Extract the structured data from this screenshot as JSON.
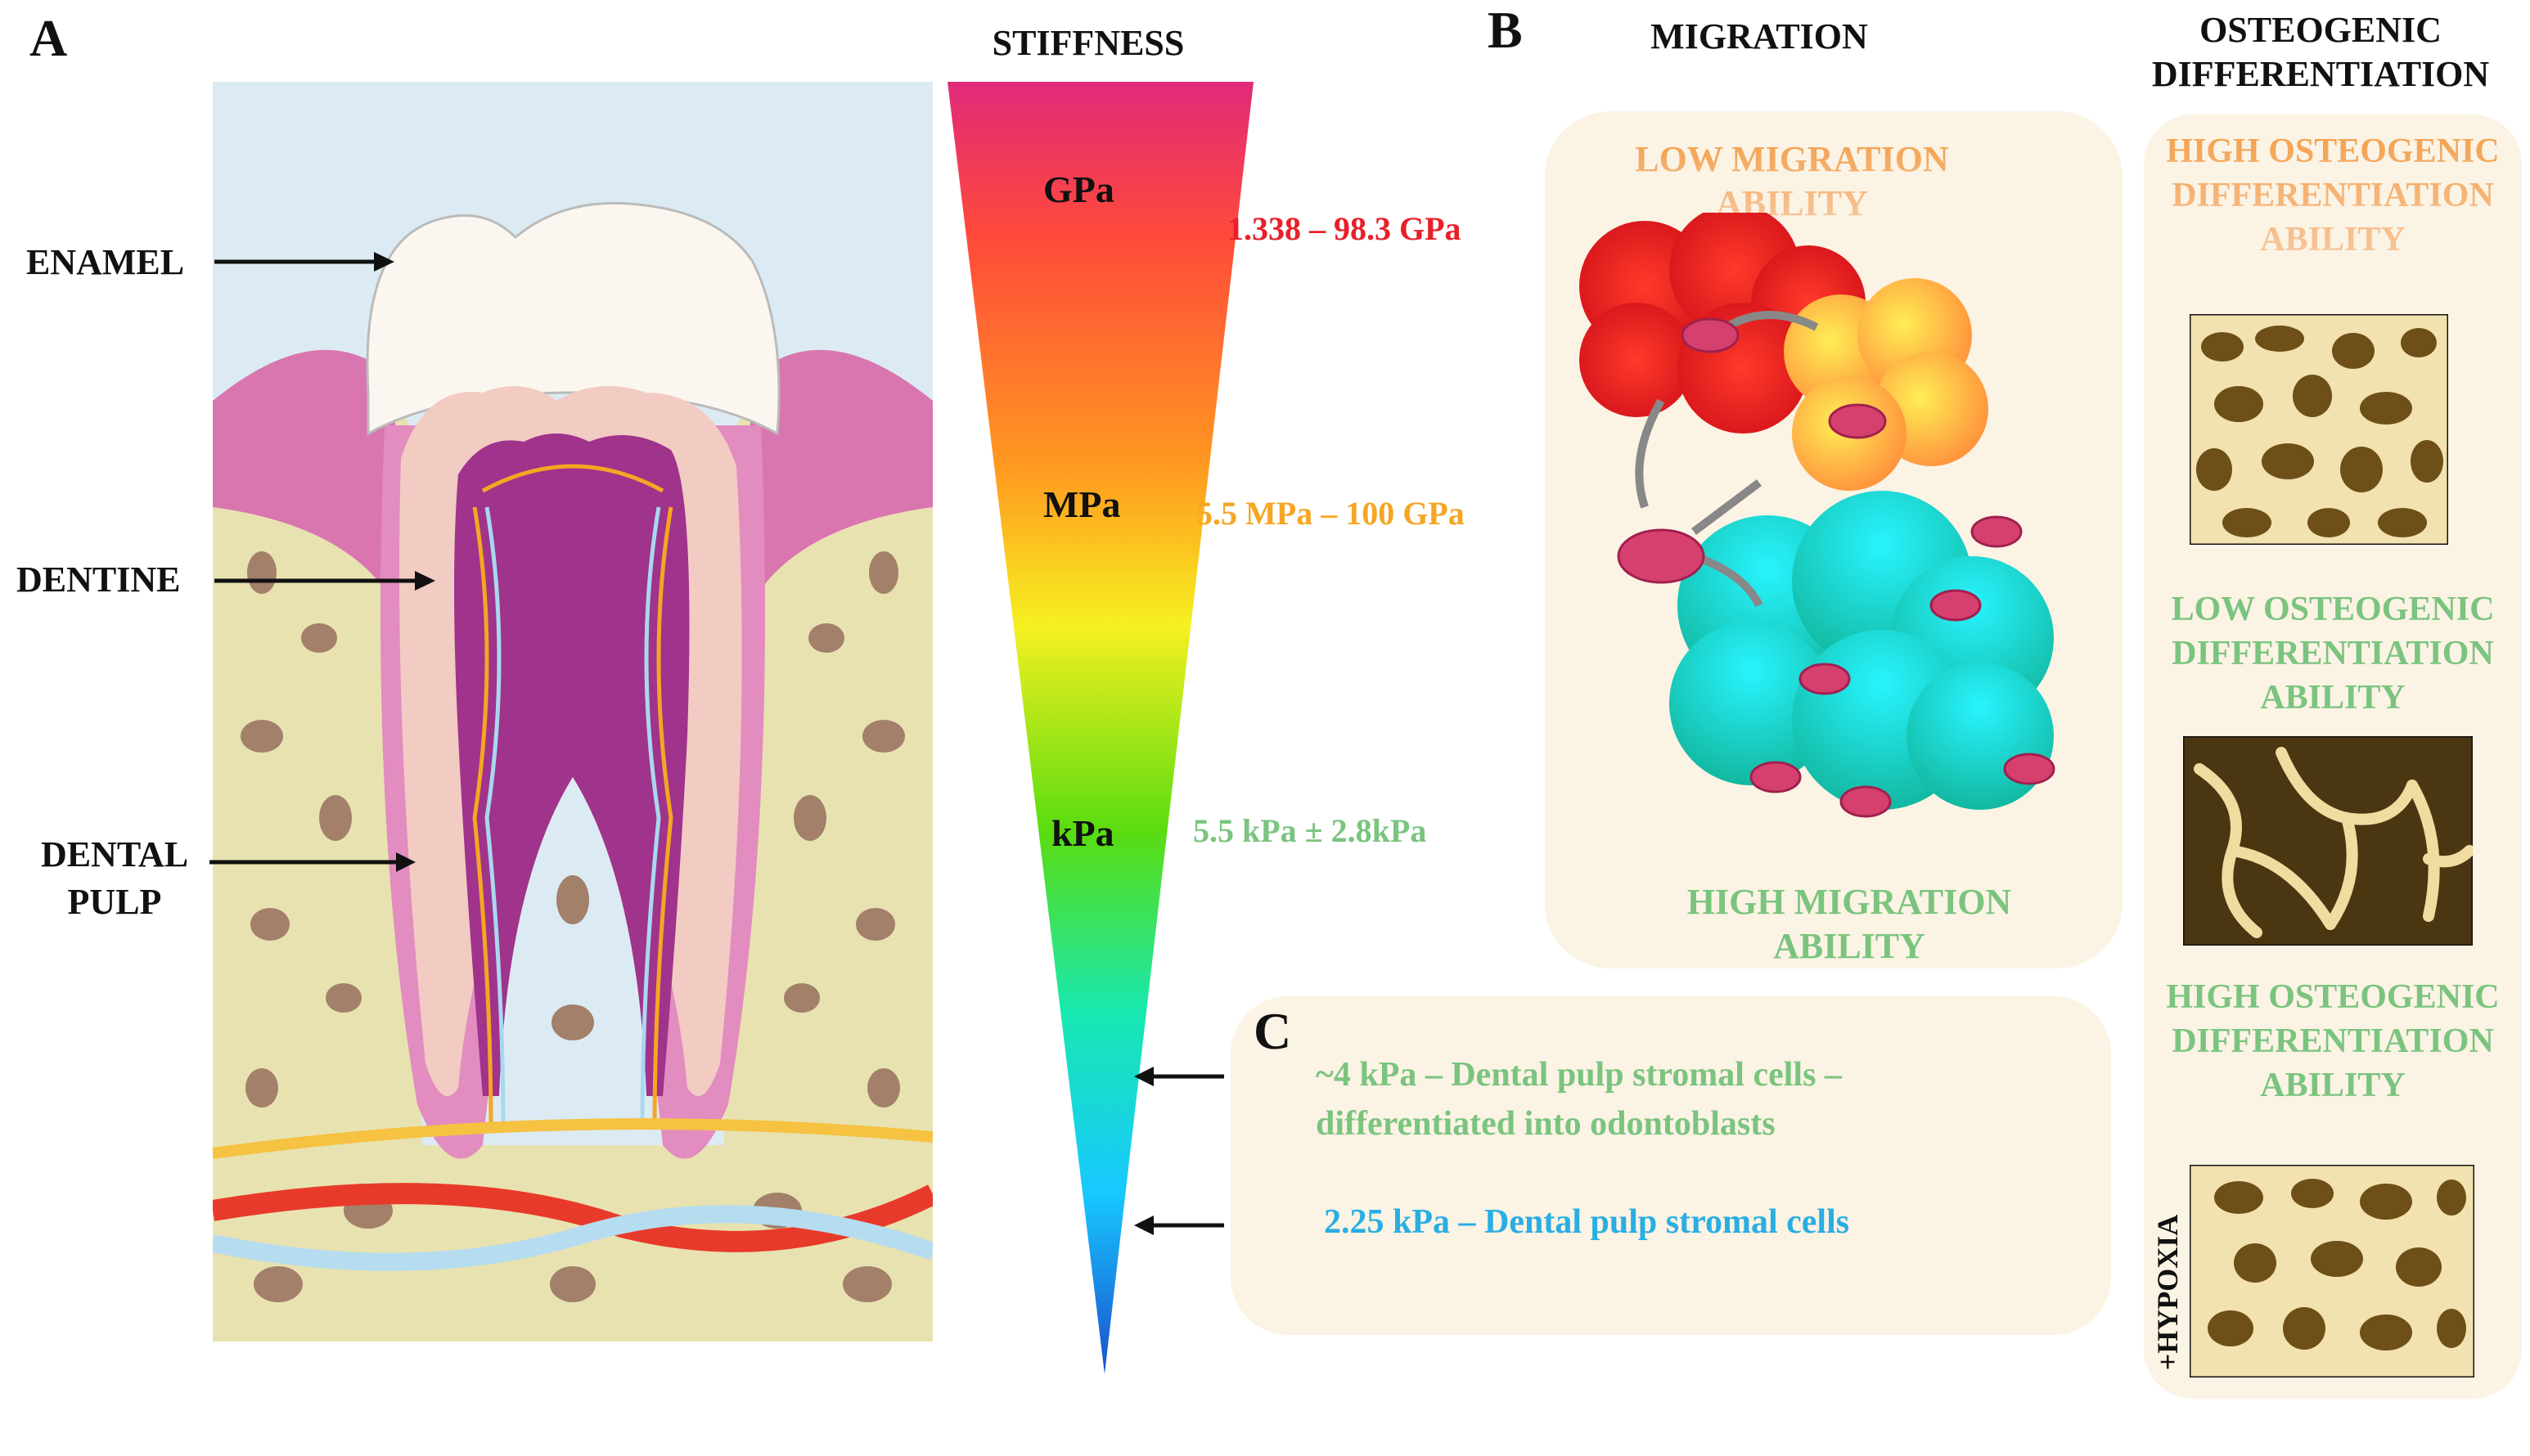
{
  "panels": {
    "a": "A",
    "b": "B",
    "c": "C"
  },
  "tooth_labels": {
    "enamel": "ENAMEL",
    "dentine": "DENTINE",
    "pulp_line1": "DENTAL",
    "pulp_line2": "PULP"
  },
  "stiffness": {
    "title": "STIFFNESS",
    "units": [
      "GPa",
      "MPa",
      "kPa"
    ],
    "values": [
      "1.338 – 98.3 GPa",
      "5.5 MPa – 100 GPa",
      "5.5 kPa ± 2.8kPa"
    ],
    "value_colors": [
      "#e8202a",
      "#f5a623",
      "#7ac47f"
    ]
  },
  "migration": {
    "title": "MIGRATION",
    "low_line1": "LOW MIGRATION",
    "low_line2": "ABILITY",
    "high_line1": "HIGH MIGRATION",
    "high_line2": "ABILITY"
  },
  "osteogenic": {
    "title_line1": "OSTEOGENIC",
    "title_line2": "DIFFERENTIATION",
    "high_top": [
      "HIGH OSTEOGENIC",
      "DIFFERENTIATION",
      "ABILITY"
    ],
    "low_mid": [
      "LOW OSTEOGENIC",
      "DIFFERENTIATION",
      "ABILITY"
    ],
    "high_bottom": [
      "HIGH OSTEOGENIC",
      "DIFFERENTIATION",
      "ABILITY"
    ],
    "hypoxia": "+HYPOXIA"
  },
  "panel_c": {
    "line1": "~4 kPa – Dental pulp stromal cells –",
    "line2": "differentiated into odontoblasts",
    "line3": "2.25 kPa – Dental pulp stromal cells"
  },
  "colors": {
    "gradient_stops": [
      "#e02a7a",
      "#ff4a3a",
      "#ff9a20",
      "#f6f020",
      "#5adc10",
      "#18e8b0",
      "#18c8ff",
      "#1a4ecc"
    ],
    "box_bg": "#fbf3e4",
    "green_text": "#7ac47f",
    "blue_text": "#29aee3"
  }
}
